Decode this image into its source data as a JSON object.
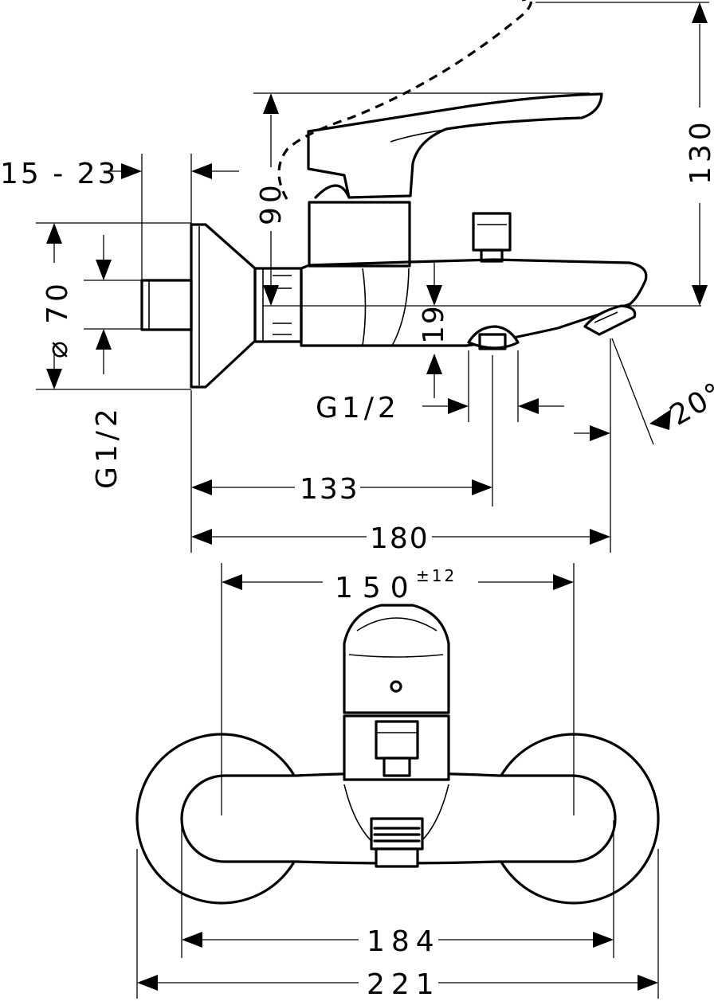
{
  "dimensions": {
    "connection_range": "15 - 23",
    "flange_diameter": "⌀ 70",
    "lever_angle": "90",
    "overall_height": "130",
    "outlet_height": "19",
    "outlet_thread": "G1/2",
    "wall_thread": "G1/2",
    "spout_angle": "20°",
    "outlet_projection": "133",
    "total_projection": "180",
    "centre_distance": "150",
    "centre_tolerance": "±12",
    "body_width": "184",
    "total_width": "221"
  }
}
